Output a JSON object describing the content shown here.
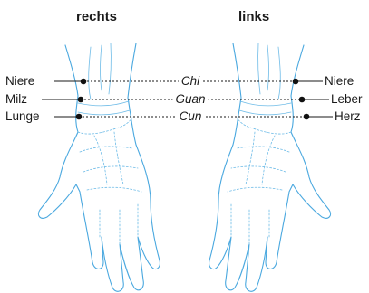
{
  "titles": {
    "left": "rechts",
    "right": "links"
  },
  "pulses": [
    "Chi",
    "Guan",
    "Cun"
  ],
  "left_organs": [
    "Niere",
    "Milz",
    "Lunge"
  ],
  "right_organs": [
    "Niere",
    "Leber",
    "Herz"
  ],
  "colors": {
    "hand_outline": "#4aa8df",
    "hand_detail": "#6dbbe7",
    "text": "#1a1a1a",
    "guide_lines": "#1a1a1a",
    "points": "#111111"
  }
}
